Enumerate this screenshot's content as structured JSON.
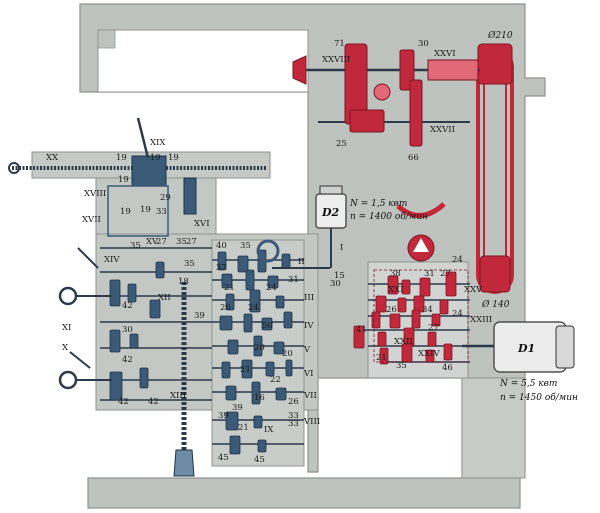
{
  "colors": {
    "frame": "#bfc3c0",
    "frame_dark": "#9ea39f",
    "gear_blue": "#3a5a78",
    "gear_blue_light": "#6f8ca6",
    "gear_red": "#c2283b",
    "gear_red_light": "#e26a78",
    "shaft": "#2b3b4a",
    "belt": "#c0283a"
  },
  "motors": {
    "d1": {
      "label": "D1",
      "power": "N = 5,5 квт",
      "speed": "n = 1450 об/мин"
    },
    "d2": {
      "label": "D2",
      "power": "N = 1,5 квт",
      "speed": "n = 1400 об/мин"
    }
  },
  "pulleys": {
    "top": "Ø210",
    "bottom": "Ø 140"
  },
  "shaft_labels": [
    {
      "id": "I",
      "text": "I"
    },
    {
      "id": "II",
      "text": "II"
    },
    {
      "id": "III",
      "text": "III"
    },
    {
      "id": "IV",
      "text": "IV"
    },
    {
      "id": "V",
      "text": "V"
    },
    {
      "id": "VI",
      "text": "VI"
    },
    {
      "id": "VII",
      "text": "VII"
    },
    {
      "id": "VIII",
      "text": "VIII"
    },
    {
      "id": "IX",
      "text": "IX"
    },
    {
      "id": "X",
      "text": "X"
    },
    {
      "id": "XI",
      "text": "XI"
    },
    {
      "id": "XII",
      "text": "XII"
    },
    {
      "id": "XIII",
      "text": "XIII"
    },
    {
      "id": "XIV",
      "text": "XIV"
    },
    {
      "id": "XV",
      "text": "XV"
    },
    {
      "id": "XVI",
      "text": "XVI"
    },
    {
      "id": "XVII",
      "text": "XVII"
    },
    {
      "id": "XVIII",
      "text": "XVIII"
    },
    {
      "id": "XIX",
      "text": "XIX"
    },
    {
      "id": "XX",
      "text": "XX"
    },
    {
      "id": "XXI",
      "text": "XXI"
    },
    {
      "id": "XXII",
      "text": "XXII"
    },
    {
      "id": "XXIII",
      "text": "XXIII"
    },
    {
      "id": "XXIV",
      "text": "XXIV"
    },
    {
      "id": "XXV",
      "text": "XXV"
    },
    {
      "id": "XXVI",
      "text": "XXVI"
    },
    {
      "id": "XXVII",
      "text": "XXVII"
    },
    {
      "id": "XXVIII",
      "text": "XXVIII"
    }
  ],
  "tooth_counts": {
    "head": [
      "71",
      "30",
      "25",
      "66"
    ],
    "table": [
      "19",
      "19",
      "19",
      "19",
      "29",
      "19",
      "19",
      "33",
      "27"
    ],
    "feed_box_left": [
      "35",
      "35",
      "35",
      "27",
      "18",
      "42",
      "30",
      "42",
      "42",
      "42",
      "39"
    ],
    "feed_box_right": [
      "40",
      "35",
      "37",
      "31",
      "21",
      "24",
      "26",
      "24",
      "50",
      "20",
      "20",
      "21",
      "22",
      "16",
      "26",
      "39",
      "39",
      "45",
      "45",
      "33",
      "33",
      "21",
      "15",
      "30"
    ],
    "main_drive": [
      "38",
      "31",
      "27",
      "24",
      "41",
      "26",
      "34",
      "21",
      "27",
      "24",
      "35",
      "46"
    ]
  }
}
